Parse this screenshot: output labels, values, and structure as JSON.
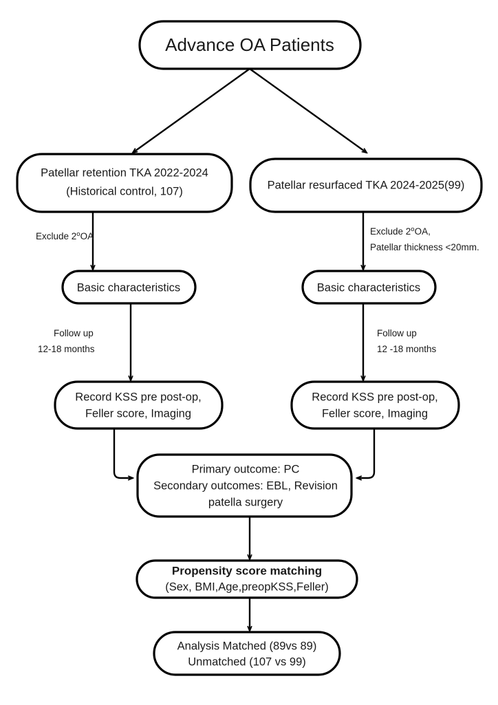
{
  "diagram": {
    "title": "Advance OA Patients",
    "type": "study-flow-chart",
    "nodes": [
      {
        "id": "root",
        "name": "advance-oa-patients",
        "lines": [
          "Advance OA Patients"
        ]
      },
      {
        "id": "arm-left",
        "name": "patellar-retention-arm",
        "lines": [
          "Patellar retention TKA 2022-2024",
          "(Historical control, 107)"
        ]
      },
      {
        "id": "arm-right",
        "name": "patellar-resurfaced-arm",
        "lines": [
          "Patellar resurfaced TKA 2024-2025(99)"
        ]
      },
      {
        "id": "basic-left",
        "name": "basic-characteristics-left",
        "lines": [
          "Basic characteristics"
        ]
      },
      {
        "id": "basic-right",
        "name": "basic-characteristics-right",
        "lines": [
          "Basic characteristics"
        ]
      },
      {
        "id": "record-left",
        "name": "record-kss-left",
        "lines": [
          "Record KSS pre post-op,",
          "Feller score, Imaging"
        ]
      },
      {
        "id": "record-right",
        "name": "record-kss-right",
        "lines": [
          "Record KSS pre post-op,",
          "Feller score, Imaging"
        ]
      },
      {
        "id": "outcomes",
        "name": "outcomes-box",
        "lines": [
          "Primary outcome: PC",
          "Secondary outcomes: EBL, Revision",
          "patella surgery"
        ]
      },
      {
        "id": "psm",
        "name": "propensity-score-matching",
        "lines": [
          "Propensity score matching",
          "(Sex, BMI,Age,preopKSS,Feller)"
        ]
      },
      {
        "id": "analysis",
        "name": "analysis-results",
        "lines": [
          "Analysis Matched (89vs 89)",
          "Unmatched (107 vs 99)"
        ]
      }
    ],
    "edge_labels": {
      "exclude_left_pre": "Exclude  2",
      "exclude_left_sup": "o",
      "exclude_left_post": "OA",
      "exclude_right_pre": "Exclude  2",
      "exclude_right_sup": "o",
      "exclude_right_post": "OA,",
      "exclude_right_line2": "Patellar thickness <20mm.",
      "followup_left_line1": "Follow up",
      "followup_left_line2": "12-18 months",
      "followup_right_line1": "Follow up",
      "followup_right_line2": "12 -18 months"
    },
    "colors": {
      "stroke": "#000000",
      "fill": "#ffffff",
      "text": "#1a1a1a"
    }
  }
}
